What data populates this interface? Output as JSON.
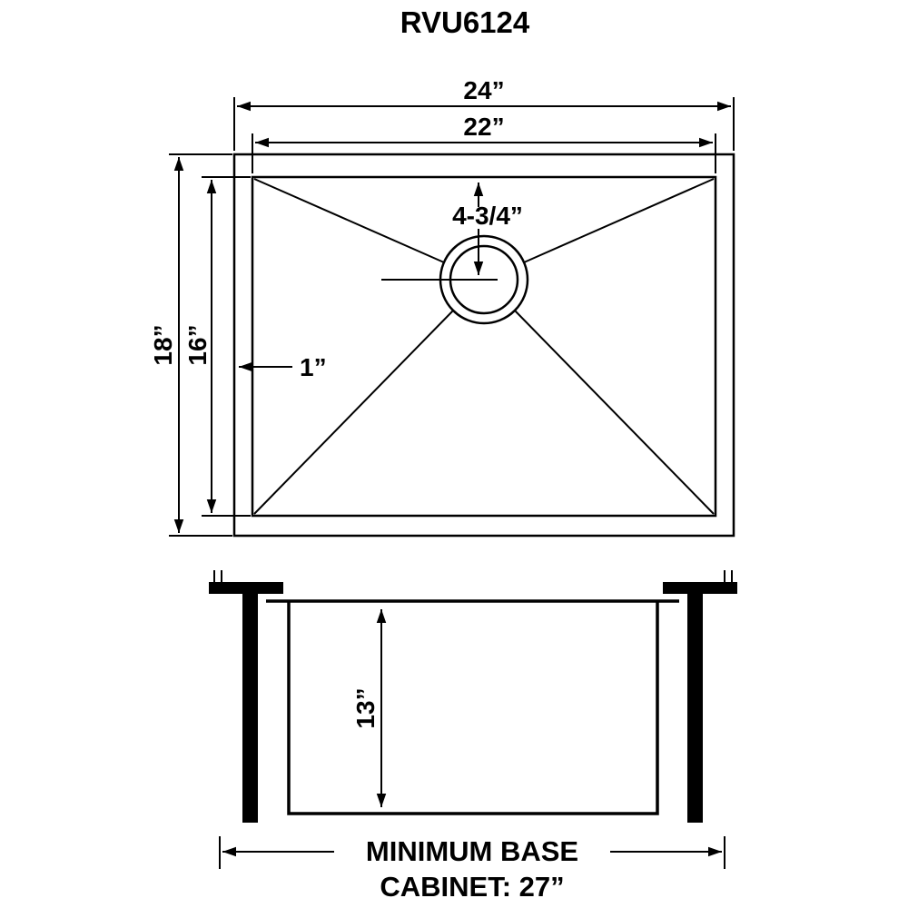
{
  "title": "RVU6124",
  "top_view": {
    "outer_width": "24”",
    "inner_width": "22”",
    "outer_depth": "18”",
    "inner_depth": "16”",
    "drain_position": "4-3/4”",
    "rim_width": "1”"
  },
  "side_view": {
    "bowl_depth": "13”",
    "min_cabinet_line1": "MINIMUM BASE",
    "min_cabinet_line2": "CABINET: 27”"
  },
  "colors": {
    "line": "#000000",
    "background": "#ffffff"
  }
}
